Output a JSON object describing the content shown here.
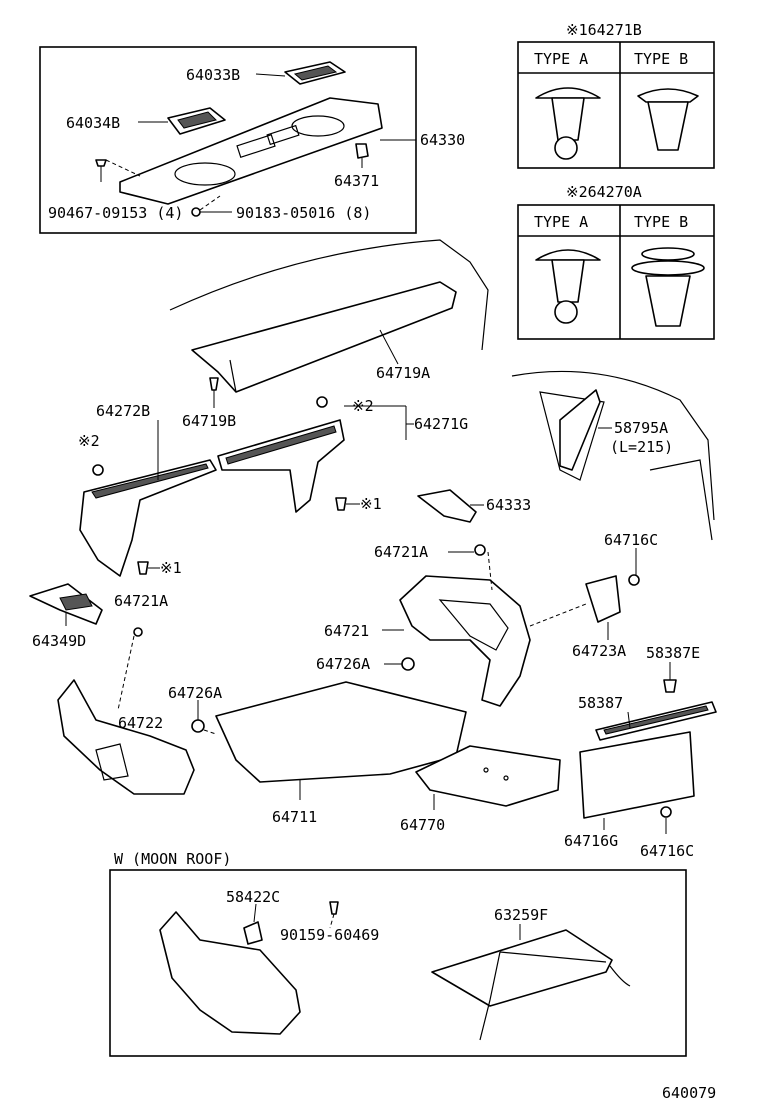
{
  "labels": {
    "p64033B": "64033B",
    "p64034B": "64034B",
    "p64330": "64330",
    "p64371": "64371",
    "p90467": "90467-09153 (4)",
    "p90183": "90183-05016 (8)",
    "p64719A": "64719A",
    "p64719B": "64719B",
    "p64272B": "64272B",
    "p64271G": "64271G",
    "n2a": "※2",
    "n2b": "※2",
    "n1a": "※1",
    "n1b": "※1",
    "p64333": "64333",
    "p58795A": "58795A",
    "p58795A_len": "(L=215)",
    "p64716C_a": "64716C",
    "p64721A_a": "64721A",
    "p64721A_b": "64721A",
    "p64349D": "64349D",
    "p64721": "64721",
    "p64723A": "64723A",
    "p58387E": "58387E",
    "p64726A_a": "64726A",
    "p64726A_b": "64726A",
    "p64722": "64722",
    "p58387": "58387",
    "p64711": "64711",
    "p64770": "64770",
    "p64716G": "64716G",
    "p64716C_b": "64716C",
    "moon_roof": "W (MOON ROOF)",
    "p58422C": "58422C",
    "p90159": "90159-60469",
    "p63259F": "63259F",
    "diagram_id": "640079"
  },
  "inset_clip1": {
    "title": "※164271B",
    "type_a": "TYPE  A",
    "type_b": "TYPE  B"
  },
  "inset_clip2": {
    "title": "※264270A",
    "type_a": "TYPE  A",
    "type_b": "TYPE  B"
  }
}
